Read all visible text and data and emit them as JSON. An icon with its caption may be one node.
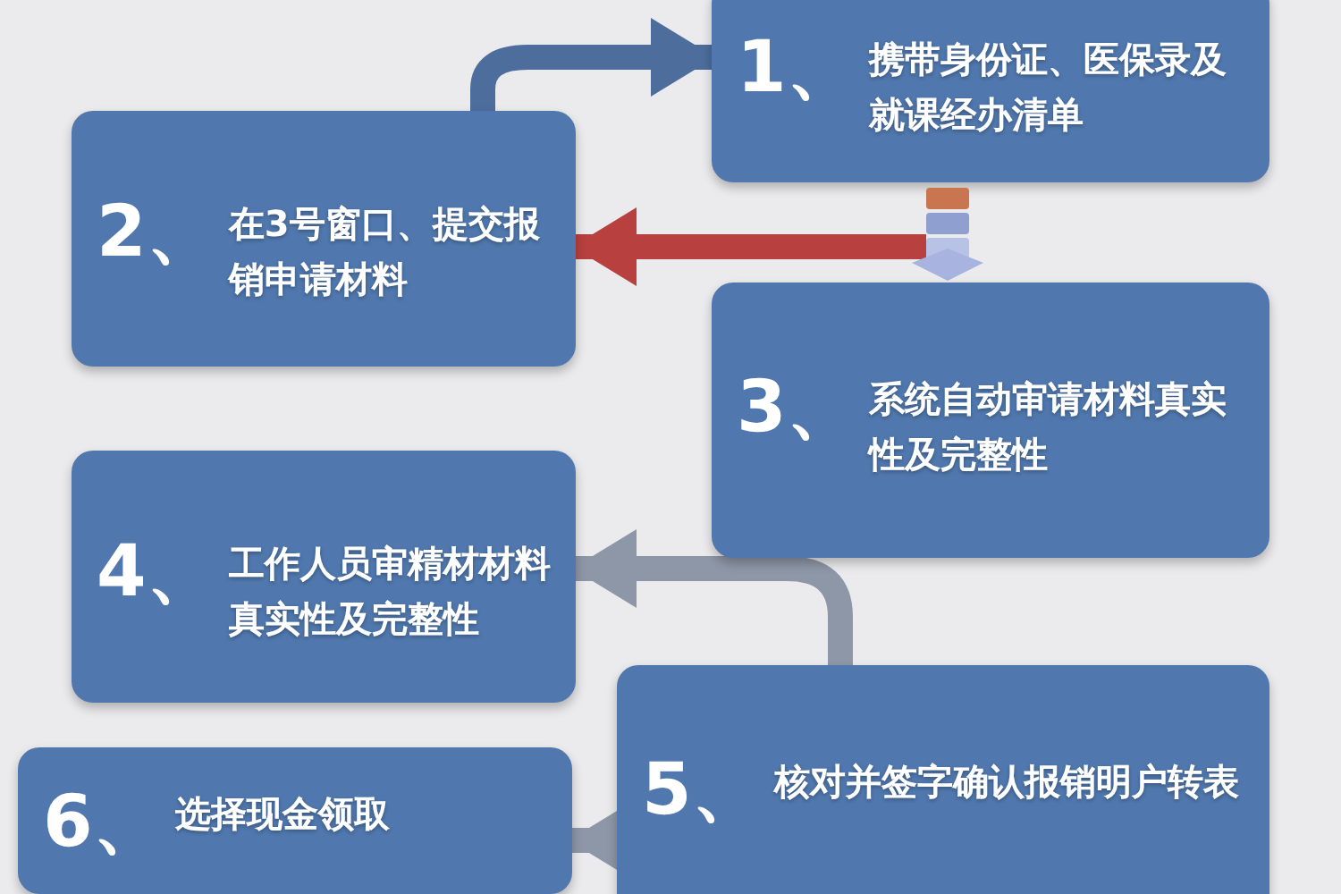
{
  "diagram": {
    "nodes": [
      {
        "text": [
          "1、",
          "携带身份证、医保录及就课经办清单"
        ]
      },
      {
        "text": [
          "2、",
          "在3号窗口、提交报销申请材料"
        ]
      },
      {
        "text": [],
        "shape": "picture"
      },
      {
        "text": [
          "3、",
          "系统自动审请材料真实性及完整性"
        ]
      },
      {
        "text": [
          "4、",
          "工作人员审精材材料真实性及完整性"
        ]
      },
      {
        "text": [
          "5、",
          "核对并签字确认报销明户转表"
        ]
      },
      {
        "text": [
          "6、",
          "选择现金领取"
        ]
      }
    ],
    "edges": [
      {
        "from": 1,
        "to": 0,
        "arrow": "to",
        "color": "#4d6d9c"
      },
      {
        "from": 2,
        "to": 1,
        "arrow": "to",
        "color": "#b8413f"
      },
      {
        "from": 5,
        "to": 4,
        "arrow": "to"
      },
      {
        "from": 5,
        "to": 6,
        "arrow": "to"
      }
    ]
  }
}
